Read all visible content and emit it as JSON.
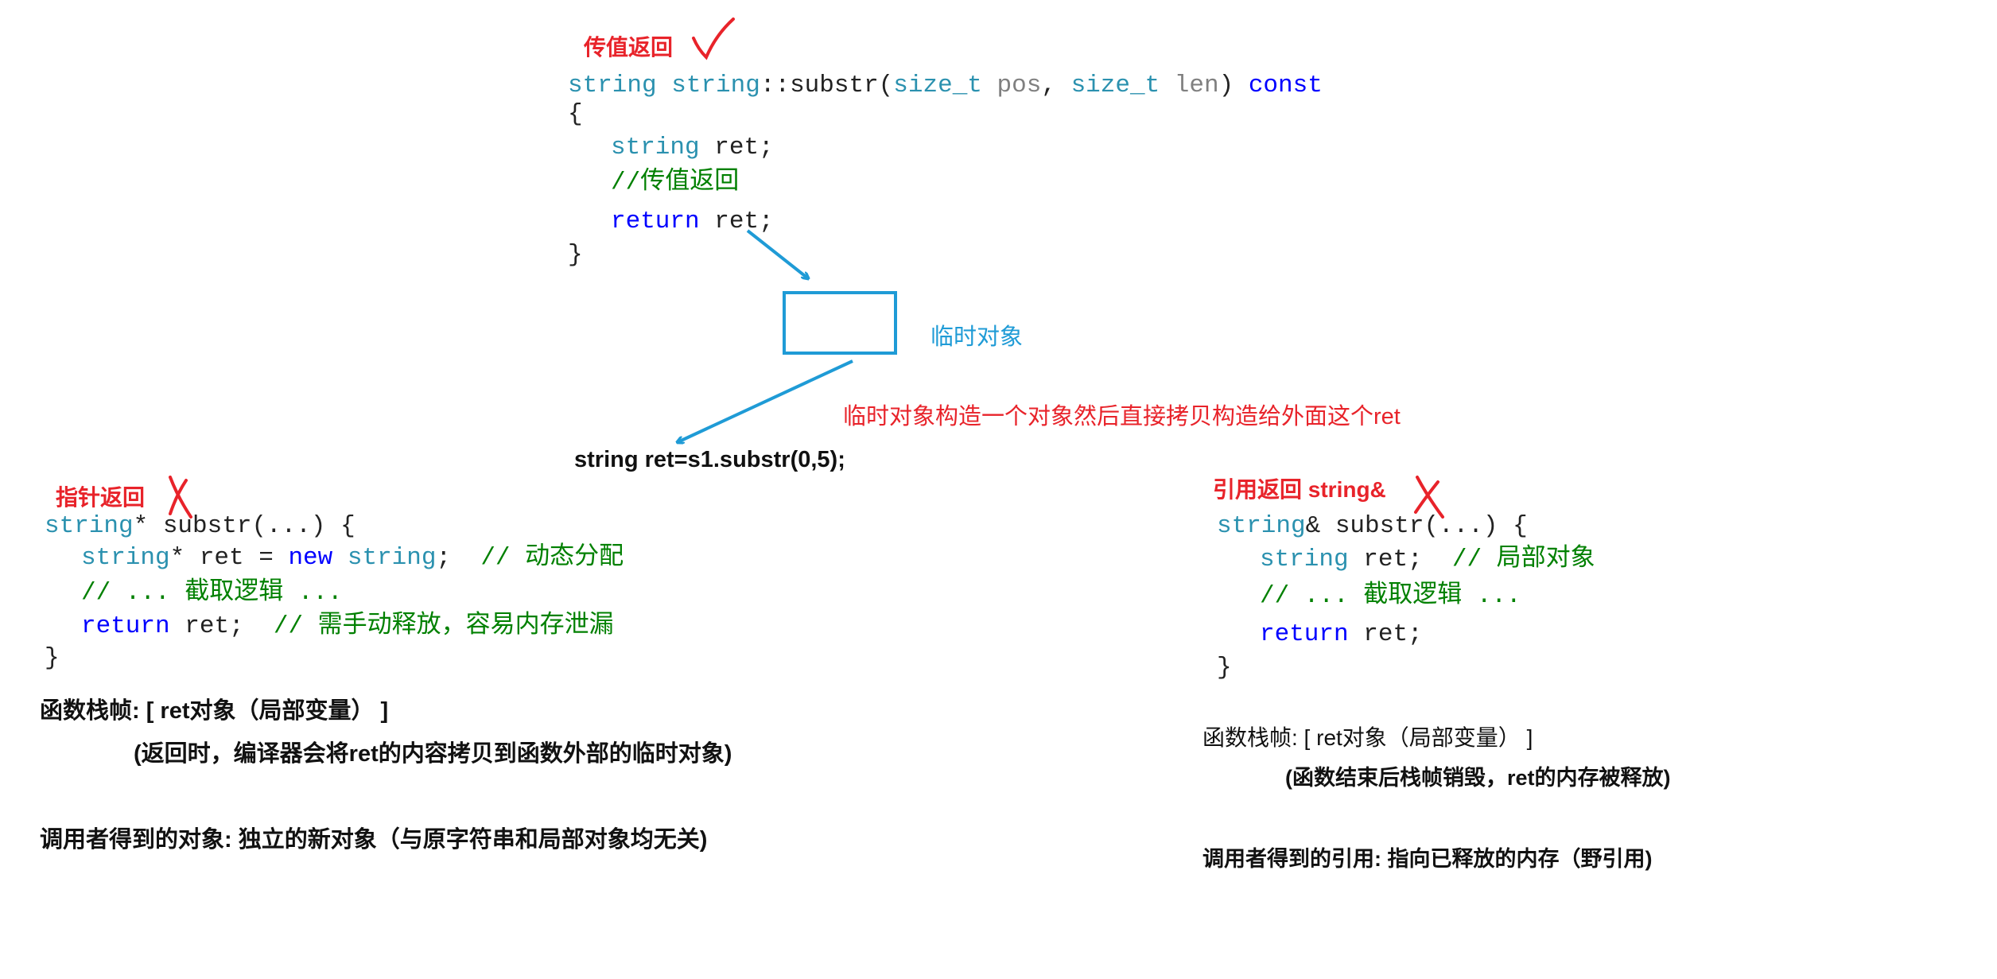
{
  "colors": {
    "red": "#e8232a",
    "blue": "#1f9bd6",
    "type": "#2b91af",
    "keyword": "#0000ff",
    "comment": "#008000"
  },
  "top": {
    "title": "传值返回",
    "code": {
      "l1_ret_type": "string",
      "l1_scope": "string",
      "l1_fn": "::substr(",
      "l1_t1": "size_t",
      "l1_p1": "pos",
      "l1_comma": ", ",
      "l1_t2": "size_t",
      "l1_p2": "len",
      "l1_close": ")",
      "l1_const": "const",
      "open_brace": "{",
      "l2_type": "string",
      "l2_rest": "ret;",
      "l3_comment": "//传值返回",
      "l4_kw": "return",
      "l4_rest": "ret;",
      "close_brace": "}"
    },
    "temp_label": "临时对象",
    "construct_note": "临时对象构造一个对象然后直接拷贝构造给外面这个ret",
    "call_line": "string ret=s1.substr(0,5);"
  },
  "left": {
    "title": "指针返回",
    "code": {
      "l1_type": "string",
      "l1_rest": "* substr(...) {",
      "l2_type": "string",
      "l2_mid": "* ret = ",
      "l2_new": "new",
      "l2_type2": "string",
      "l2_semi": ";",
      "l2_comment": "// 动态分配",
      "l3_comment": "// ... 截取逻辑 ...",
      "l4_kw": "return",
      "l4_rest": "ret;",
      "l4_comment": "// 需手动释放，容易内存泄漏",
      "close_brace": "}"
    },
    "stack_frame": "函数栈帧: [ ret对象（局部变量） ]",
    "return_note": "(返回时，编译器会将ret的内容拷贝到函数外部的临时对象)",
    "caller_note": "调用者得到的对象: 独立的新对象（与原字符串和局部对象均无关)"
  },
  "right": {
    "title": "引用返回 string&",
    "code": {
      "l1_type": "string",
      "l1_rest": "& substr(...) {",
      "l2_type": "string",
      "l2_rest": "ret;",
      "l2_comment": "// 局部对象",
      "l3_comment": "// ... 截取逻辑 ...",
      "l4_kw": "return",
      "l4_rest": "ret;",
      "close_brace": "}"
    },
    "stack_frame": "函数栈帧: [ ret对象（局部变量） ]",
    "release_note": "(函数结束后栈帧销毁，ret的内存被释放)",
    "caller_note": "调用者得到的引用: 指向已释放的内存（野引用)"
  }
}
